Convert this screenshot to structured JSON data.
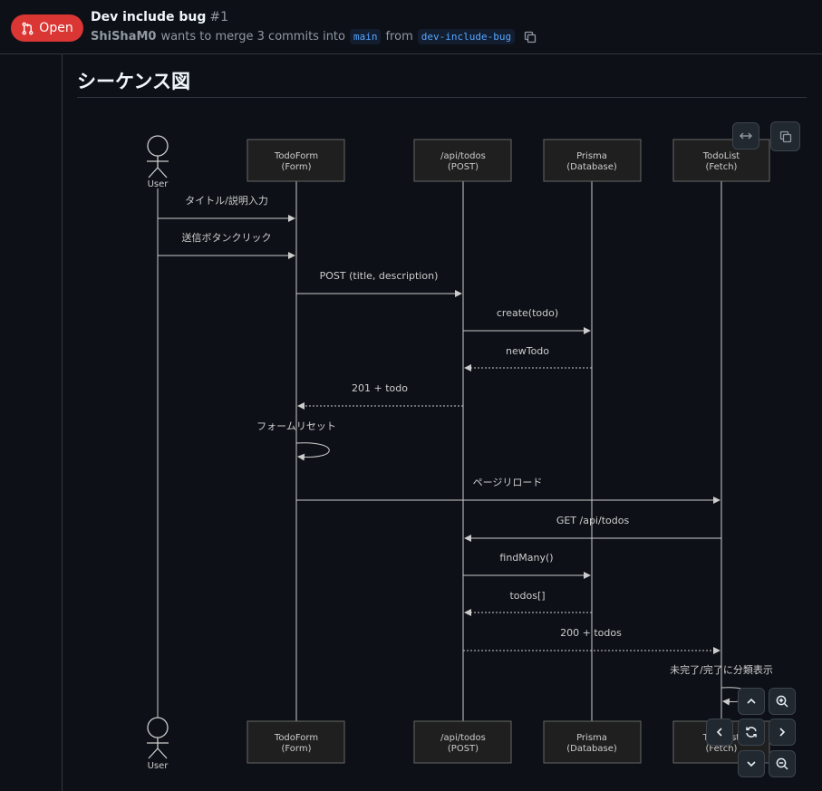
{
  "header": {
    "status": "Open",
    "title": "Dev include bug",
    "number": "#1",
    "author": "ShiShaM0",
    "merge_text": "wants to merge 3 commits into",
    "base_branch": "main",
    "from_text": "from",
    "head_branch": "dev-include-bug"
  },
  "section": {
    "title": "シーケンス図"
  },
  "diagram": {
    "actor": "User",
    "participants": [
      {
        "line1": "TodoForm",
        "line2": "(Form)"
      },
      {
        "line1": "/api/todos",
        "line2": "(POST)"
      },
      {
        "line1": "Prisma",
        "line2": "(Database)"
      },
      {
        "line1": "TodoList",
        "line2": "(Fetch)"
      }
    ],
    "messages": [
      "タイトル/説明入力",
      "送信ボタンクリック",
      "POST (title, description)",
      "create(todo)",
      "newTodo",
      "201 + todo",
      "フォームリセット",
      "ページリロード",
      "GET /api/todos",
      "findMany()",
      "todos[]",
      "200 + todos",
      "未完了/完了に分類表示"
    ]
  },
  "icons": {
    "pr_state": "git-pull-request-icon",
    "copy_branch": "copy-icon",
    "expand": "arrow-both-icon",
    "copy_diagram": "copy-icon",
    "pan_up": "chevron-up-icon",
    "zoom_in": "zoom-in-icon",
    "pan_left": "chevron-left-icon",
    "reset": "sync-icon",
    "pan_right": "chevron-right-icon",
    "pan_down": "chevron-down-icon",
    "zoom_out": "zoom-out-icon"
  },
  "colors": {
    "background": "#0d1117",
    "open_badge": "#da3633",
    "branch_text": "#58a6ff",
    "diagram_box": "#1f1f1f",
    "diagram_line": "#cccccc"
  }
}
